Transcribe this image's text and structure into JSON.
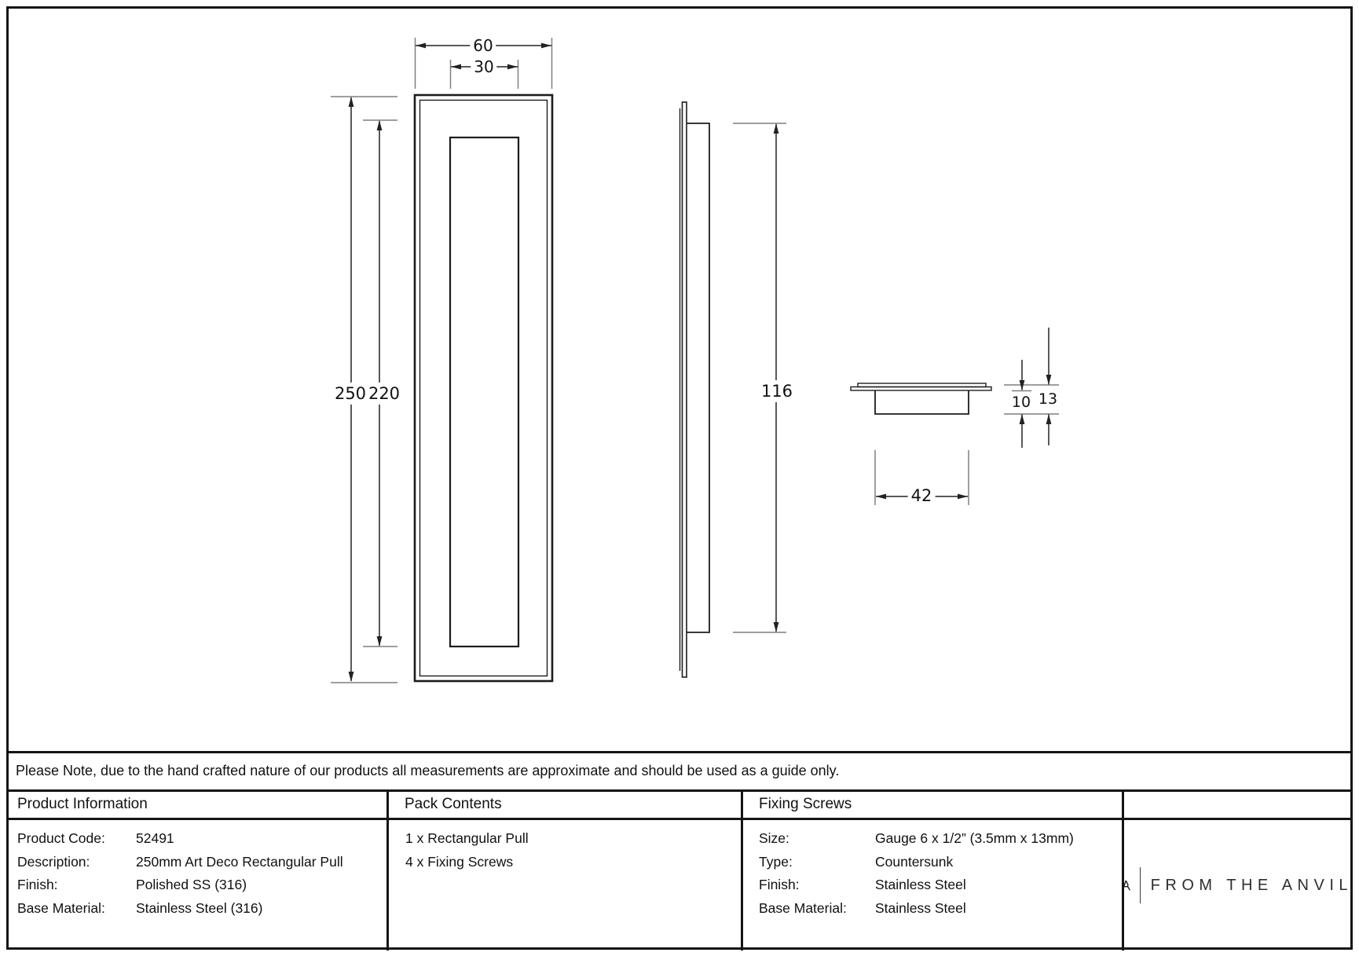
{
  "note": "Please Note, due to the hand crafted nature of our products all measurements are approximate and should be used as a guide only.",
  "dimensions": {
    "front_outer_width": "60",
    "front_inner_width": "30",
    "front_outer_height": "250",
    "front_inner_height": "220",
    "side_height": "116",
    "cup_width": "42",
    "cup_depth": "10",
    "total_depth": "13"
  },
  "tables": {
    "product_information": {
      "title": "Product Information",
      "rows": [
        [
          "Product Code:",
          "52491"
        ],
        [
          "Description:",
          "250mm Art Deco Rectangular Pull"
        ],
        [
          "Finish:",
          "Polished SS (316)"
        ],
        [
          "Base Material:",
          "Stainless Steel (316)"
        ]
      ]
    },
    "pack_contents": {
      "title": "Pack Contents",
      "items": [
        "1 x Rectangular Pull",
        "4 x Fixing Screws"
      ]
    },
    "fixing_screws": {
      "title": "Fixing Screws",
      "rows": [
        [
          "Size:",
          "Gauge 6 x 1/2” (3.5mm x 13mm)"
        ],
        [
          "Type:",
          "Countersunk"
        ],
        [
          "Finish:",
          "Stainless Steel"
        ],
        [
          "Base Material:",
          "Stainless Steel"
        ]
      ]
    }
  },
  "brand": {
    "name": "FROM THE ANVIL"
  },
  "colors": {
    "line": "#1c1c1c",
    "extension_line": "#7f7f7f",
    "border": "#151515"
  }
}
